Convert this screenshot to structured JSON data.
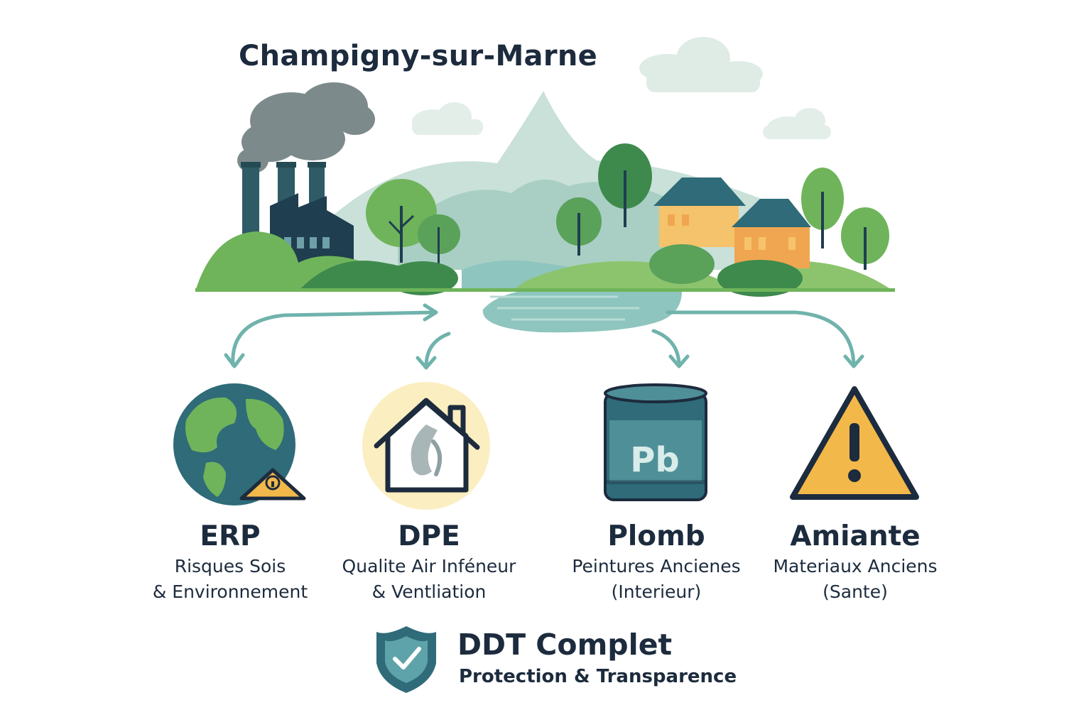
{
  "title": "Champigny-sur-Marne",
  "cards": [
    {
      "title": "ERP",
      "line1": "Risques  Sois",
      "line2": "& Environnement",
      "icon": "globe-warning-icon"
    },
    {
      "title": "DPE",
      "line1": "Qualite Air Inféneur",
      "line2": "& Ventliation",
      "icon": "house-air-icon"
    },
    {
      "title": "Plomb",
      "line1": "Peintures Ancienes",
      "line2": "(Interieur)",
      "icon": "paint-can-lead-icon",
      "icon_text": "Pb"
    },
    {
      "title": "Amiante",
      "line1": "Materiaux Anciens",
      "line2": "(Sante)",
      "icon": "warning-triangle-icon"
    }
  ],
  "footer": {
    "title": "DDT Complet",
    "subtitle": "Protection & Transparence",
    "icon": "shield-check-icon"
  },
  "colors": {
    "dark_navy": "#1c2b3d",
    "teal": "#2f6b78",
    "arrow_teal": "#6fb3ac",
    "green": "#6fb45a",
    "dark_green": "#3e8a4d",
    "yellow": "#f2b84a",
    "orange_house": "#f0a650",
    "sky_mist": "#cfe3dd"
  }
}
